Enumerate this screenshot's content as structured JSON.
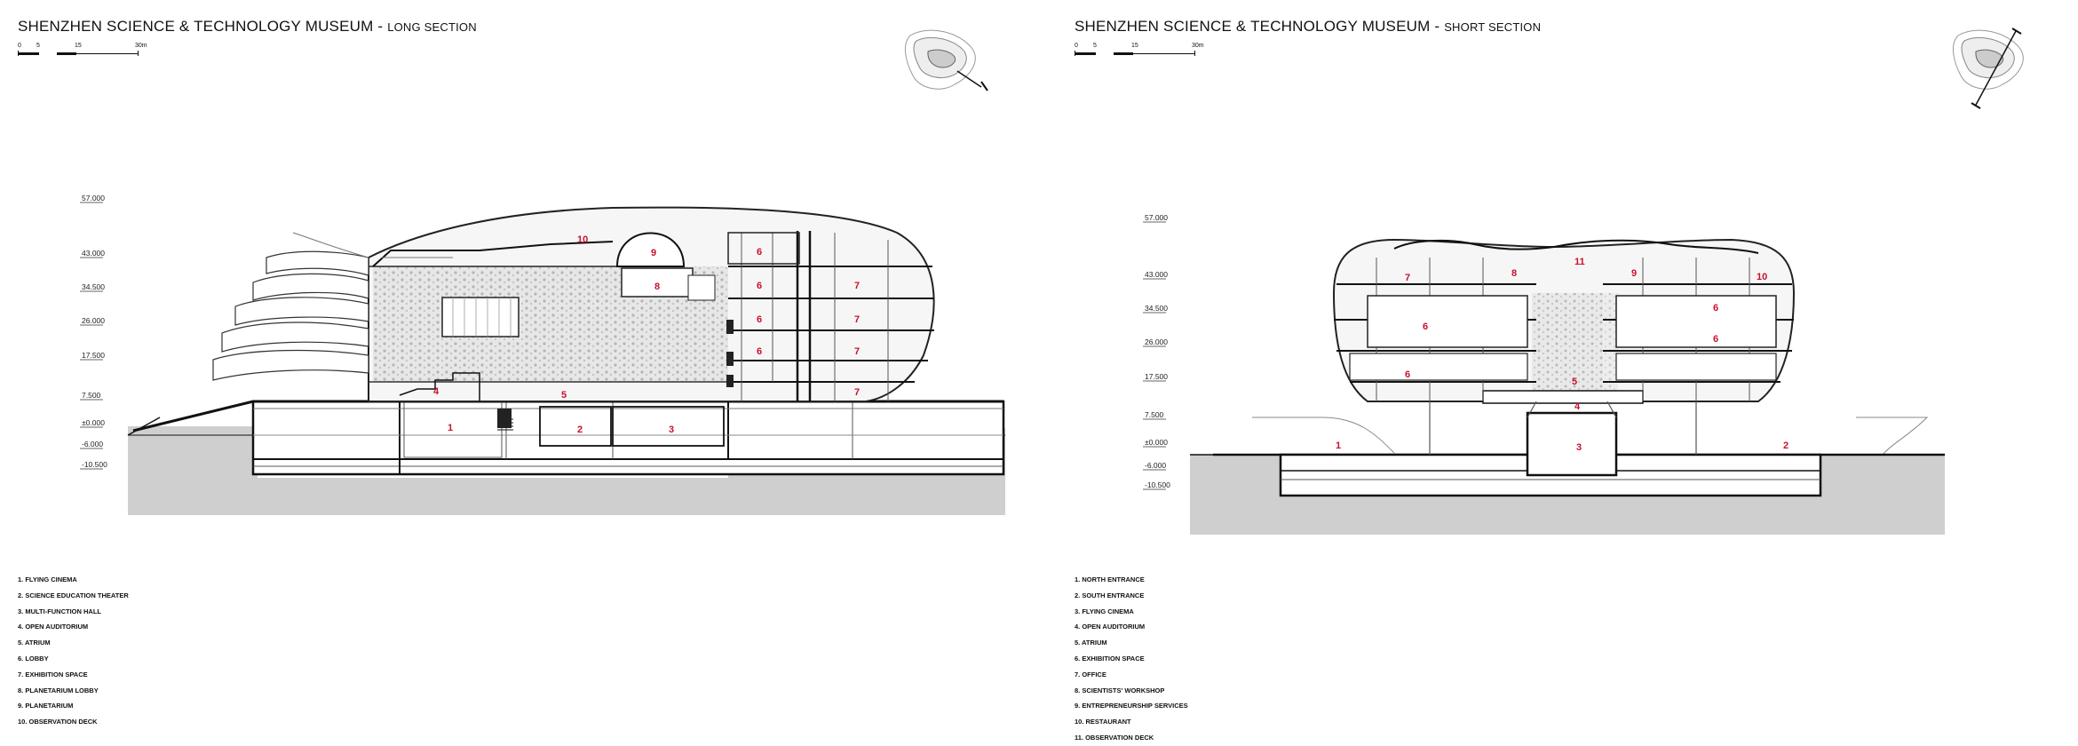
{
  "left": {
    "title_main": "SHENZHEN SCIENCE & TECHNOLOGY MUSEUM - ",
    "title_sub": "LONG SECTION",
    "scale": [
      "0",
      "5",
      "15",
      "30m"
    ],
    "levels": [
      "57.000",
      "43.000",
      "34.500",
      "26.000",
      "17.500",
      "7.500",
      "±0.000",
      "-6.000",
      "-10.500"
    ],
    "room_numbers": [
      "10",
      "9",
      "8",
      "6",
      "6",
      "6",
      "6",
      "7",
      "7",
      "7",
      "7",
      "4",
      "5",
      "1",
      "2",
      "3"
    ],
    "legend": [
      "1. FLYING CINEMA",
      "2. SCIENCE EDUCATION THEATER",
      "3. MULTI-FUNCTION HALL",
      "4. OPEN AUDITORIUM",
      "5. ATRIUM",
      "6. LOBBY",
      "7. EXHIBITION SPACE",
      "8. PLANETARIUM LOBBY",
      "9. PLANETARIUM",
      "10. OBSERVATION DECK"
    ]
  },
  "right": {
    "title_main": "SHENZHEN SCIENCE & TECHNOLOGY MUSEUM - ",
    "title_sub": "SHORT SECTION",
    "scale": [
      "0",
      "5",
      "15",
      "30m"
    ],
    "levels": [
      "57.000",
      "43.000",
      "34.500",
      "26.000",
      "17.500",
      "7.500",
      "±0.000",
      "-6.000",
      "-10.500"
    ],
    "room_numbers": [
      "11",
      "7",
      "8",
      "9",
      "10",
      "6",
      "6",
      "6",
      "6",
      "5",
      "4",
      "1",
      "2",
      "3"
    ],
    "legend": [
      "1. NORTH ENTRANCE",
      "2. SOUTH ENTRANCE",
      "3. FLYING CINEMA",
      "4. OPEN AUDITORIUM",
      "5. ATRIUM",
      "6. EXHIBITION SPACE",
      "7. OFFICE",
      "8. SCIENTISTS' WORKSHOP",
      "9. ENTREPRENEURSHIP SERVICES",
      "10. RESTAURANT",
      "11. OBSERVATION DECK"
    ]
  },
  "colors": {
    "ink": "#111111",
    "ground": "#cfcfcf",
    "room_number": "#c8102e",
    "atrium_pattern": "#bdbdbd"
  },
  "icons": [
    "site-key-plan-icon-long",
    "site-key-plan-icon-short"
  ]
}
